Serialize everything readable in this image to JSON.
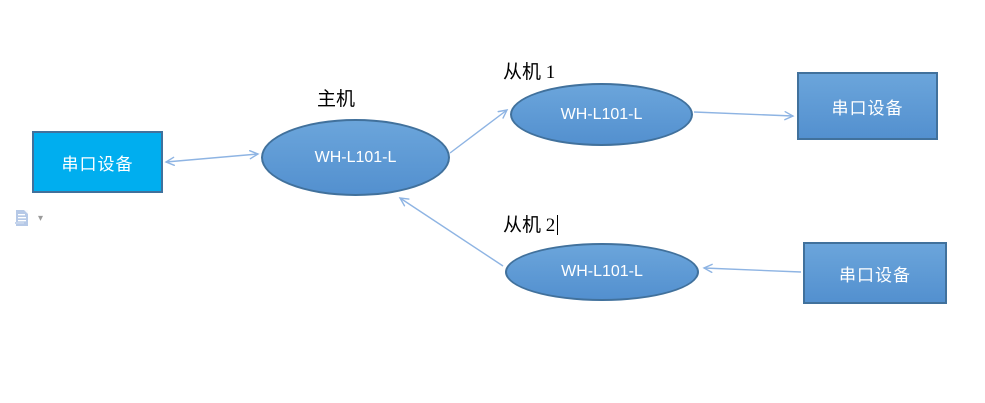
{
  "colors": {
    "cyan_fill": "#00AEEF",
    "blue_fill": "#5390CF",
    "blue_fill_light": "#6BA5DB",
    "shape_border": "#41719C",
    "connector": "#8EB4E3",
    "label_text": "#000000",
    "shape_text": "#FFFFFF"
  },
  "nodes": {
    "serial_left": {
      "label": "串口设备"
    },
    "master": {
      "title": "主机",
      "label": "WH-L101-L"
    },
    "slave1": {
      "title": "从机 1",
      "label": "WH-L101-L"
    },
    "slave2": {
      "title": "从机 2",
      "label": "WH-L101-L"
    },
    "serial_top_right": {
      "label": "串口设备"
    },
    "serial_bottom_right": {
      "label": "串口设备"
    }
  },
  "icons": {
    "paste_options": "paste-options-icon",
    "paste_dropdown_glyph": "▾"
  }
}
